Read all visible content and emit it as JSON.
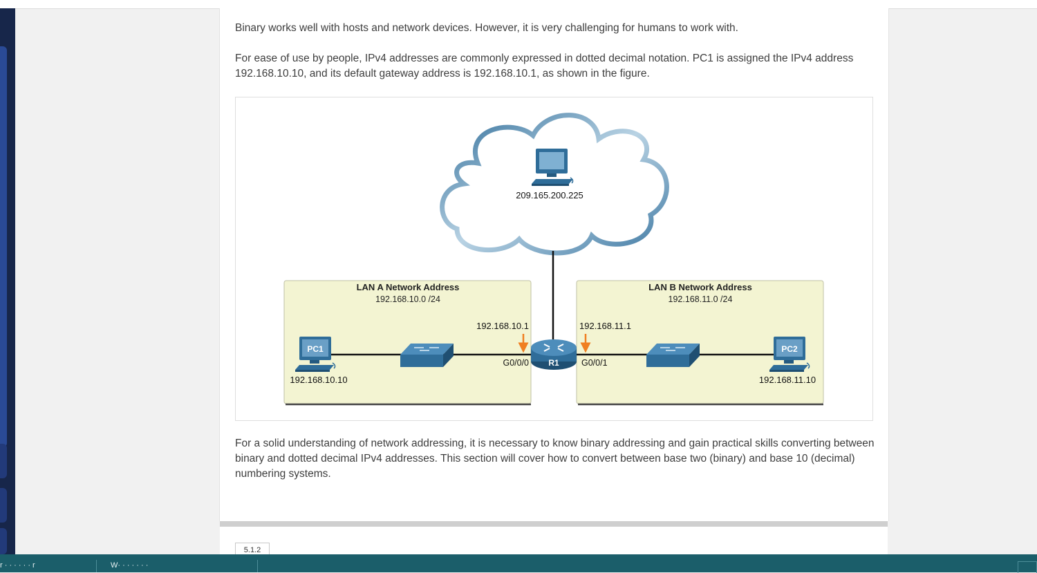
{
  "content": {
    "para1": "Binary works well with hosts and network devices. However, it is very challenging for humans to work with.",
    "para2": "For ease of use by people, IPv4 addresses are commonly expressed in dotted decimal notation. PC1 is assigned the IPv4 address 192.168.10.10, and its default gateway address is 192.168.10.1, as shown in the figure.",
    "para3": "For a solid understanding of network addressing, it is necessary to know binary addressing and gain practical skills converting between binary and dotted decimal IPv4 addresses. This section will cover how to convert between base two (binary) and base 10 (decimal) numbering systems."
  },
  "figure": {
    "internet_host_ip": "209.165.200.225",
    "lan_a": {
      "title": "LAN A Network Address",
      "network": "192.168.10.0 /24",
      "gateway_ip": "192.168.10.1",
      "interface": "G0/0/0"
    },
    "lan_b": {
      "title": "LAN B Network Address",
      "network": "192.168.11.0 /24",
      "gateway_ip": "192.168.11.1",
      "interface": "G0/0/1"
    },
    "pc1": {
      "label": "PC1",
      "ip": "192.168.10.10"
    },
    "pc2": {
      "label": "PC2",
      "ip": "192.168.11.10"
    },
    "router": {
      "label": "R1"
    },
    "colors": {
      "lan_fill": "#f3f4d2",
      "device_blue": "#2f6d99",
      "arrow_orange": "#f07f22",
      "cloud_stroke": "#4f86ad"
    }
  },
  "next_section": {
    "number": "5.1.2"
  },
  "taskbar": {
    "item1": "r · ·  ·  ·  ·  ·  r",
    "item2": "W· · ·  · · ·  ·"
  }
}
